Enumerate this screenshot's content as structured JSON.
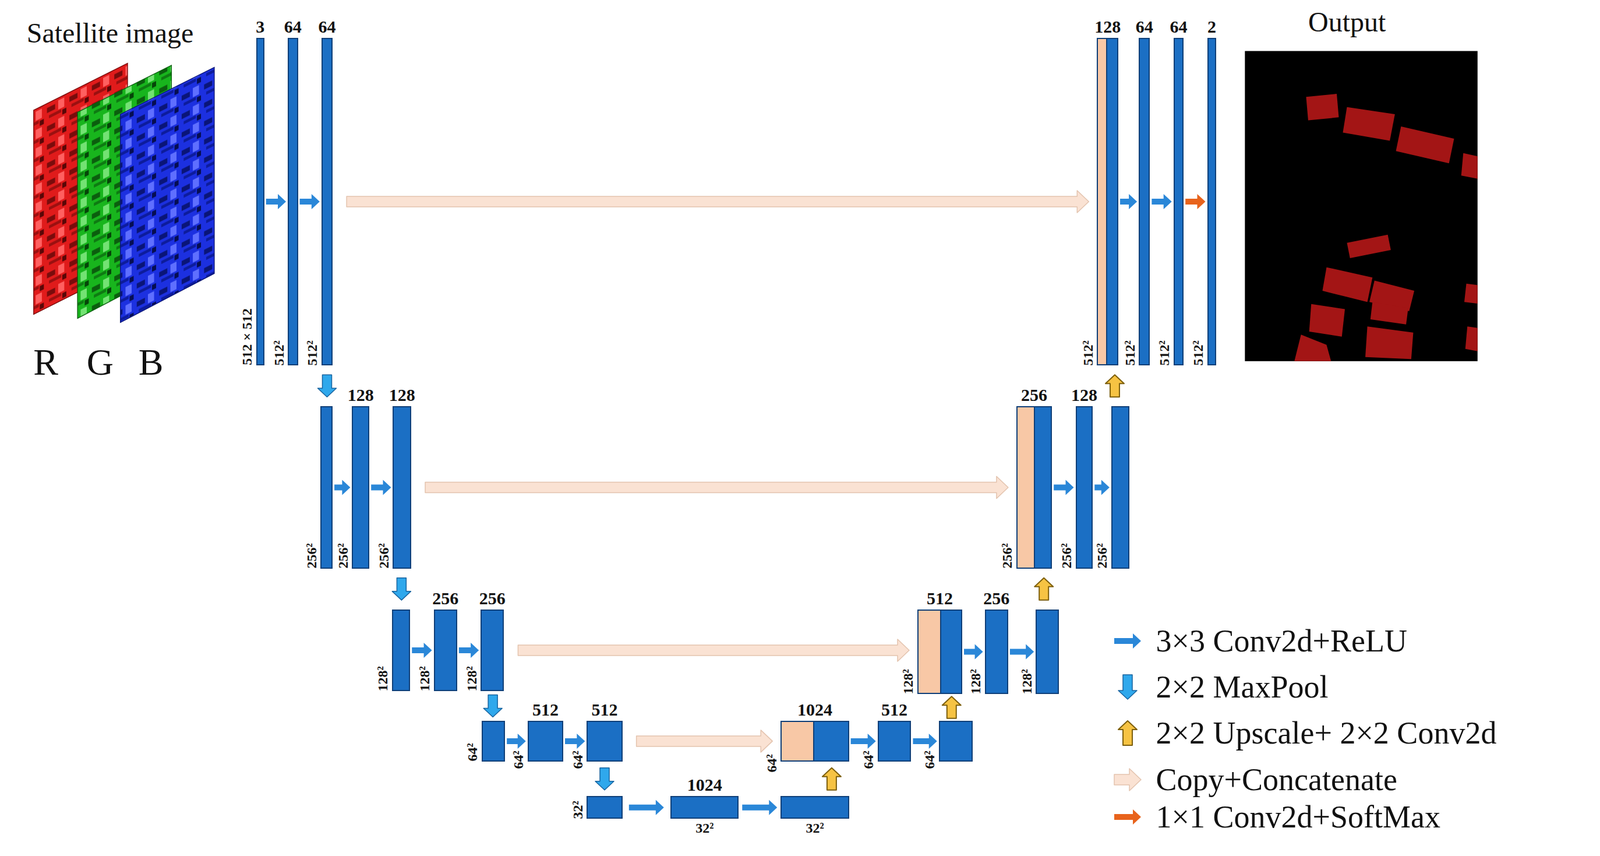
{
  "diagram": {
    "nodes": [
      {
        "text": [
          "3",
          "512 × 512"
        ]
      },
      {
        "text": [
          "64",
          "512²"
        ]
      },
      {
        "text": [
          "64",
          "512²"
        ]
      },
      {
        "text": [
          "256²"
        ]
      },
      {
        "text": [
          "128",
          "256²"
        ]
      },
      {
        "text": [
          "128",
          "256²"
        ]
      },
      {
        "text": [
          "128²"
        ]
      },
      {
        "text": [
          "256",
          "128²"
        ]
      },
      {
        "text": [
          "256",
          "128²"
        ]
      },
      {
        "text": [
          "64²"
        ]
      },
      {
        "text": [
          "512",
          "64²"
        ]
      },
      {
        "text": [
          "512",
          "64²"
        ]
      },
      {
        "text": [
          "32²"
        ]
      },
      {
        "text": [
          "1024",
          "32²"
        ]
      },
      {
        "text": [
          "32²"
        ]
      },
      {
        "text": [
          "1024",
          "64²"
        ]
      },
      {
        "text": [
          "512",
          "64²"
        ]
      },
      {
        "text": [
          "64²"
        ]
      },
      {
        "text": [
          "512",
          "128²"
        ]
      },
      {
        "text": [
          "256",
          "128²"
        ]
      },
      {
        "text": [
          "128²"
        ]
      },
      {
        "text": [
          "256",
          "256²"
        ]
      },
      {
        "text": [
          "128",
          "256²"
        ]
      },
      {
        "text": [
          "256²"
        ]
      },
      {
        "text": [
          "128",
          "512²"
        ]
      },
      {
        "text": [
          "64",
          "512²"
        ]
      },
      {
        "text": [
          "64",
          "512²"
        ]
      },
      {
        "text": [
          "2",
          "512²"
        ]
      }
    ],
    "edges": [
      {
        "from": 0,
        "to": 1,
        "arrow": "to"
      },
      {
        "from": 1,
        "to": 2,
        "arrow": "to"
      },
      {
        "from": 3,
        "to": 4,
        "arrow": "to"
      },
      {
        "from": 4,
        "to": 5,
        "arrow": "to"
      },
      {
        "from": 6,
        "to": 7,
        "arrow": "to"
      },
      {
        "from": 7,
        "to": 8,
        "arrow": "to"
      },
      {
        "from": 9,
        "to": 10,
        "arrow": "to"
      },
      {
        "from": 10,
        "to": 11,
        "arrow": "to"
      },
      {
        "from": 12,
        "to": 13,
        "arrow": "to"
      },
      {
        "from": 13,
        "to": 14,
        "arrow": "to"
      },
      {
        "from": 15,
        "to": 16,
        "arrow": "to"
      },
      {
        "from": 16,
        "to": 17,
        "arrow": "to"
      },
      {
        "from": 18,
        "to": 19,
        "arrow": "to"
      },
      {
        "from": 19,
        "to": 20,
        "arrow": "to"
      },
      {
        "from": 21,
        "to": 22,
        "arrow": "to"
      },
      {
        "from": 22,
        "to": 23,
        "arrow": "to"
      },
      {
        "from": 24,
        "to": 25,
        "arrow": "to"
      },
      {
        "from": 25,
        "to": 26,
        "arrow": "to"
      },
      {
        "from": 26,
        "to": 27,
        "arrow": "to"
      },
      {
        "from": 2,
        "to": 3,
        "arrow": "to"
      },
      {
        "from": 5,
        "to": 6,
        "arrow": "to"
      },
      {
        "from": 8,
        "to": 9,
        "arrow": "to"
      },
      {
        "from": 11,
        "to": 12,
        "arrow": "to"
      },
      {
        "from": 14,
        "to": 15,
        "arrow": "to"
      },
      {
        "from": 17,
        "to": 18,
        "arrow": "to"
      },
      {
        "from": 20,
        "to": 21,
        "arrow": "to"
      },
      {
        "from": 23,
        "to": 24,
        "arrow": "to"
      },
      {
        "from": 2,
        "to": 24,
        "arrow": "to"
      },
      {
        "from": 5,
        "to": 21,
        "arrow": "to"
      },
      {
        "from": 8,
        "to": 18,
        "arrow": "to"
      },
      {
        "from": 11,
        "to": 15,
        "arrow": "to"
      }
    ],
    "labels": [
      "Satellite image",
      "R",
      "G",
      "B",
      "Output"
    ],
    "legend": [
      {
        "text": "3×3 Conv2d+ReLU"
      },
      {
        "text": "2×2 MaxPool"
      },
      {
        "text": "2×2 Upscale+ 2×2 Conv2d"
      },
      {
        "text": "Copy+Concatenate"
      },
      {
        "text": "1×1 Conv2d+SoftMax"
      }
    ]
  }
}
